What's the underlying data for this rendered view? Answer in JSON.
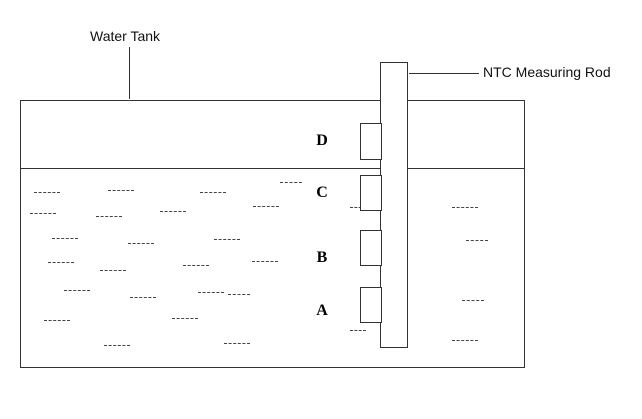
{
  "diagram": {
    "tank_label": "Water Tank",
    "rod_label": "NTC Measuring Rod",
    "sensors": [
      {
        "label": "D"
      },
      {
        "label": "C"
      },
      {
        "label": "B"
      },
      {
        "label": "A"
      }
    ],
    "colors": {
      "line": "#333333",
      "background": "#ffffff"
    },
    "water_dashes": [
      [
        280,
        182,
        22
      ],
      [
        34,
        192,
        26
      ],
      [
        108,
        190,
        26
      ],
      [
        200,
        192,
        26
      ],
      [
        350,
        207,
        16
      ],
      [
        452,
        207,
        26
      ],
      [
        30,
        213,
        26
      ],
      [
        96,
        216,
        26
      ],
      [
        160,
        211,
        26
      ],
      [
        253,
        206,
        26
      ],
      [
        52,
        238,
        26
      ],
      [
        128,
        243,
        26
      ],
      [
        214,
        239,
        26
      ],
      [
        466,
        240,
        22
      ],
      [
        48,
        262,
        26
      ],
      [
        100,
        270,
        26
      ],
      [
        183,
        265,
        26
      ],
      [
        252,
        261,
        26
      ],
      [
        64,
        290,
        26
      ],
      [
        130,
        297,
        26
      ],
      [
        198,
        292,
        26
      ],
      [
        228,
        294,
        22
      ],
      [
        462,
        300,
        22
      ],
      [
        44,
        320,
        26
      ],
      [
        172,
        318,
        26
      ],
      [
        350,
        330,
        16
      ],
      [
        104,
        345,
        26
      ],
      [
        224,
        343,
        26
      ],
      [
        452,
        340,
        26
      ]
    ]
  }
}
